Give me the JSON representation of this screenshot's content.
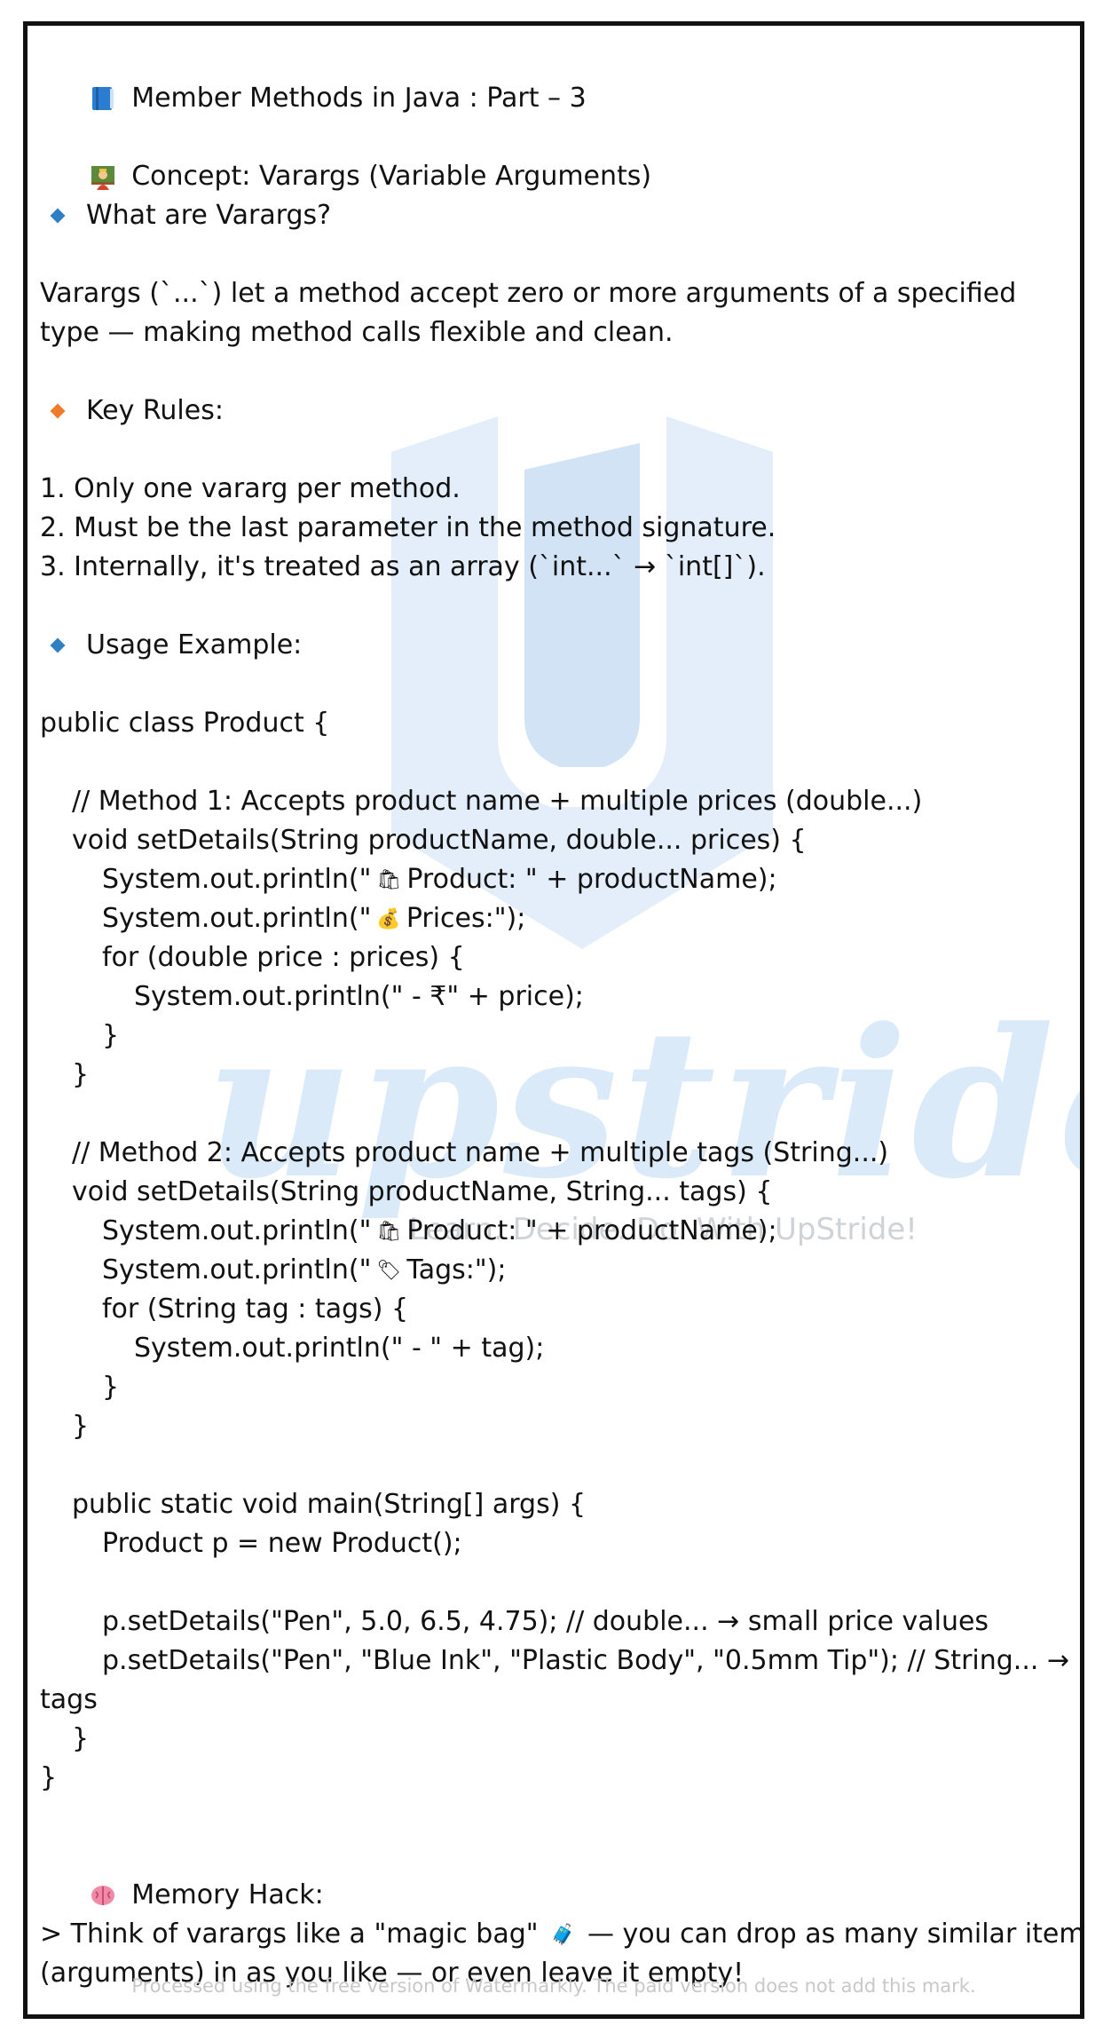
{
  "watermark": {
    "brand": "upstride",
    "tagline": "Learn. Decide. Do. With UpStride!",
    "footer": "Processed using the free version of Watermarkly. The paid version does not add this mark."
  },
  "doc": {
    "title": "Member Methods in Java : Part – 3",
    "concept": "Concept: Varargs (Variable Arguments)",
    "what_heading": "What are Varargs?",
    "what_body": [
      "Varargs (`...`) let a method accept zero or more arguments of a specified",
      "type — making method calls flexible and clean."
    ],
    "rules_heading": "Key Rules:",
    "rules": [
      "1. Only one vararg per method.",
      "2. Must be the last parameter in the method signature.",
      "3. Internally, it's treated as an array (`int...` → `int[]`)."
    ],
    "usage_heading": "Usage Example:",
    "code": {
      "l01": "public class Product {",
      "l02": "// Method 1: Accepts product name + multiple prices (double...)",
      "l03": "void setDetails(String productName, double... prices) {",
      "l04a": "System.out.println(\"",
      "l04b": "Product: \" + productName);",
      "l05a": "System.out.println(\"",
      "l05b": "Prices:\");",
      "l06": "for (double price : prices) {",
      "l07": "System.out.println(\" - ₹\" + price);",
      "l08": "}",
      "l09": "}",
      "l10": "// Method 2: Accepts product name + multiple tags (String...)",
      "l11": "void setDetails(String productName, String... tags) {",
      "l12a": "System.out.println(\"",
      "l12b": "Product: \" + productName);",
      "l13a": "System.out.println(\"",
      "l13b": "Tags:\");",
      "l14": "for (String tag : tags) {",
      "l15": "System.out.println(\" - \" + tag);",
      "l16": "}",
      "l17": "}",
      "l18": "public static void main(String[] args) {",
      "l19": "Product p = new Product();",
      "l20": "p.setDetails(\"Pen\", 5.0, 6.5, 4.75); // double... → small price values",
      "l21": "p.setDetails(\"Pen\", \"Blue Ink\", \"Plastic Body\", \"0.5mm Tip\"); // String... →",
      "l22": "tags",
      "l23": "}",
      "l24": "}"
    },
    "memory_heading": "Memory Hack:",
    "memory_body": [
      "> Think of varargs like a \"magic bag\"",
      "— you can drop as many similar items",
      "(arguments) in as you like — or even leave it empty!"
    ]
  },
  "icons": {
    "title": "blue-book-icon",
    "concept": "teacher-icon",
    "bullet_blue": "blue-diamond-icon",
    "bullet_orange": "orange-diamond-icon",
    "shopping": "shopping-bags-icon",
    "money": "money-bag-icon",
    "tag": "label-tag-icon",
    "memory": "brain-icon",
    "bag": "luggage-icon"
  },
  "colors": {
    "text": "#111111",
    "blue_diamond": "#2f7fc4",
    "orange_diamond": "#f07b2a",
    "watermark_blue": "#dbeaf8",
    "watermark_gray": "#cfd3d8"
  }
}
